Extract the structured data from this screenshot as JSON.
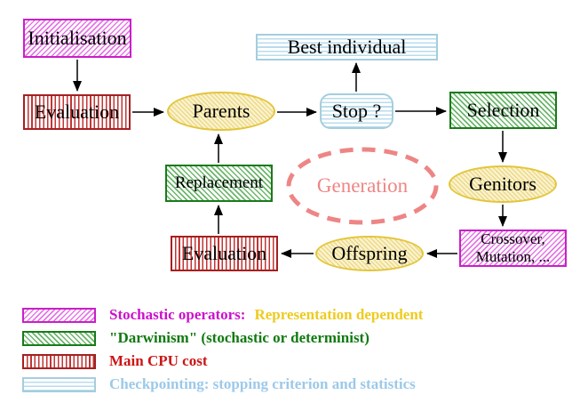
{
  "nodes": {
    "initialisation": "Initialisation",
    "evaluation_top": "Evaluation",
    "parents": "Parents",
    "best_individual": "Best individual",
    "stop": "Stop ?",
    "selection": "Selection",
    "replacement": "Replacement",
    "generation": "Generation",
    "genitors": "Genitors",
    "evaluation_bottom": "Evaluation",
    "offspring": "Offspring",
    "crossover_line1": "Crossover,",
    "crossover_line2": "Mutation, ..."
  },
  "legend": {
    "stochastic_label": "Stochastic operators:",
    "stochastic_note": "Representation dependent",
    "darwinism_label": "\"Darwinism\" (stochastic or determinist)",
    "cpu_label": "Main CPU cost",
    "checkpoint_label": "Checkpointing: stopping criterion and statistics"
  },
  "colors": {
    "magenta": "#c820c8",
    "green": "#1a7a1a",
    "red": "#a52020",
    "cyan_border": "#a4cede",
    "yellow_border": "#e3c53b",
    "salmon": "#ee8585",
    "legend_magenta_text": "#cc10cc",
    "legend_gold_text": "#eecb1e",
    "legend_green_text": "#107a10",
    "legend_red_text": "#cc1515",
    "legend_cyan_text": "#9cc9e9"
  }
}
